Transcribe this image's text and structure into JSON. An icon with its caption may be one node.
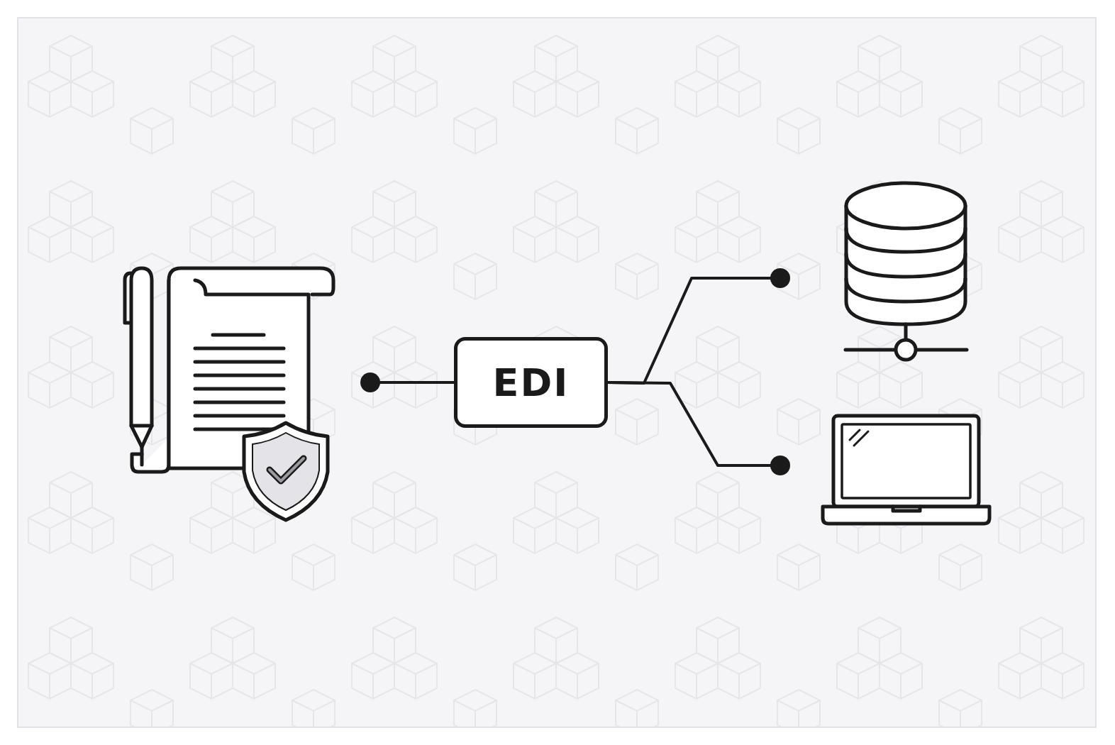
{
  "diagram": {
    "nodes": [
      {
        "text": [],
        "shape": "document"
      },
      {
        "text": [
          "EDI"
        ]
      },
      {
        "text": [],
        "shape": "cylinder"
      },
      {
        "text": [],
        "shape": "laptop"
      }
    ],
    "edges": [
      {
        "from": 1,
        "to": 0,
        "arrow": "other"
      },
      {
        "from": 1,
        "to": 2,
        "arrow": "other"
      },
      {
        "from": 1,
        "to": 3,
        "arrow": "other"
      }
    ]
  }
}
